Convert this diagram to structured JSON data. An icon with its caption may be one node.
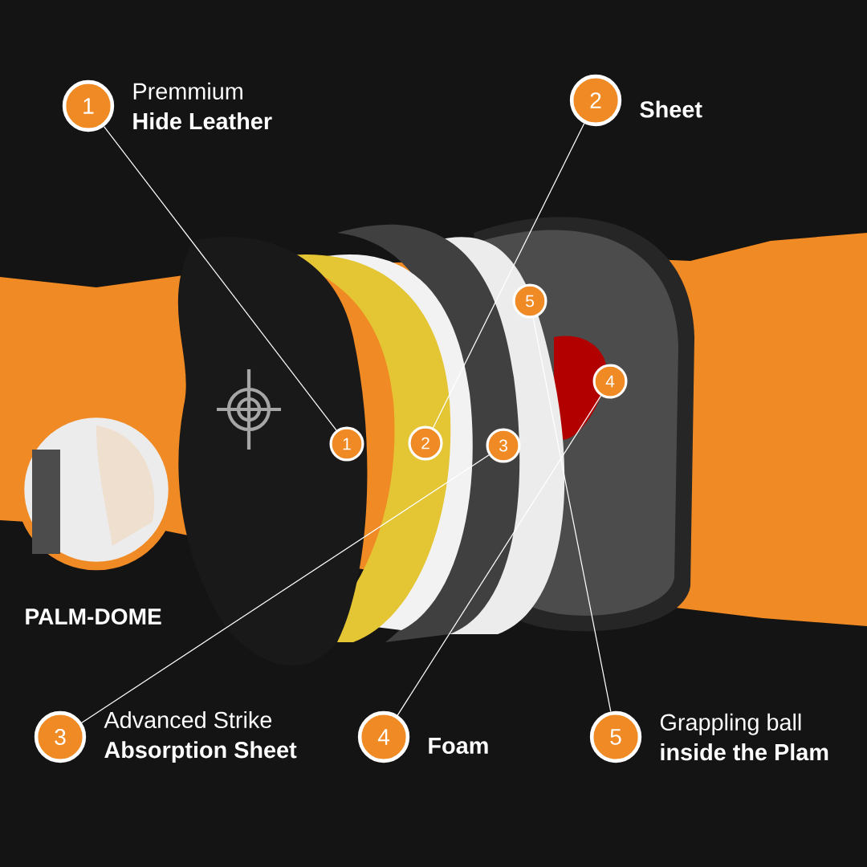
{
  "diagram": {
    "nodes": [
      {
        "text": [
          "1"
        ],
        "beside": [
          "Premmium",
          "Hide Leather"
        ]
      },
      {
        "text": [
          "2"
        ],
        "beside": [
          "Sheet"
        ]
      },
      {
        "text": [
          "3"
        ],
        "beside": [
          "Advanced Strike",
          "Absorption Sheet"
        ]
      },
      {
        "text": [
          "4"
        ],
        "beside": [
          "Foam"
        ]
      },
      {
        "text": [
          "5"
        ],
        "beside": [
          "Grappling ball",
          "inside the Plam"
        ]
      },
      {
        "text": [
          "1"
        ]
      },
      {
        "text": [
          "2"
        ]
      },
      {
        "text": [
          "3"
        ]
      },
      {
        "text": [
          "4"
        ]
      },
      {
        "text": [
          "5"
        ]
      }
    ],
    "edges": [
      {
        "from": 0,
        "to": 5,
        "arrow": "none"
      },
      {
        "from": 1,
        "to": 6,
        "arrow": "none"
      },
      {
        "from": 2,
        "to": 7,
        "arrow": "none"
      },
      {
        "from": 3,
        "to": 8,
        "arrow": "none"
      },
      {
        "from": 4,
        "to": 9,
        "arrow": "none"
      }
    ],
    "labels": [
      "PALM-DOME"
    ]
  }
}
